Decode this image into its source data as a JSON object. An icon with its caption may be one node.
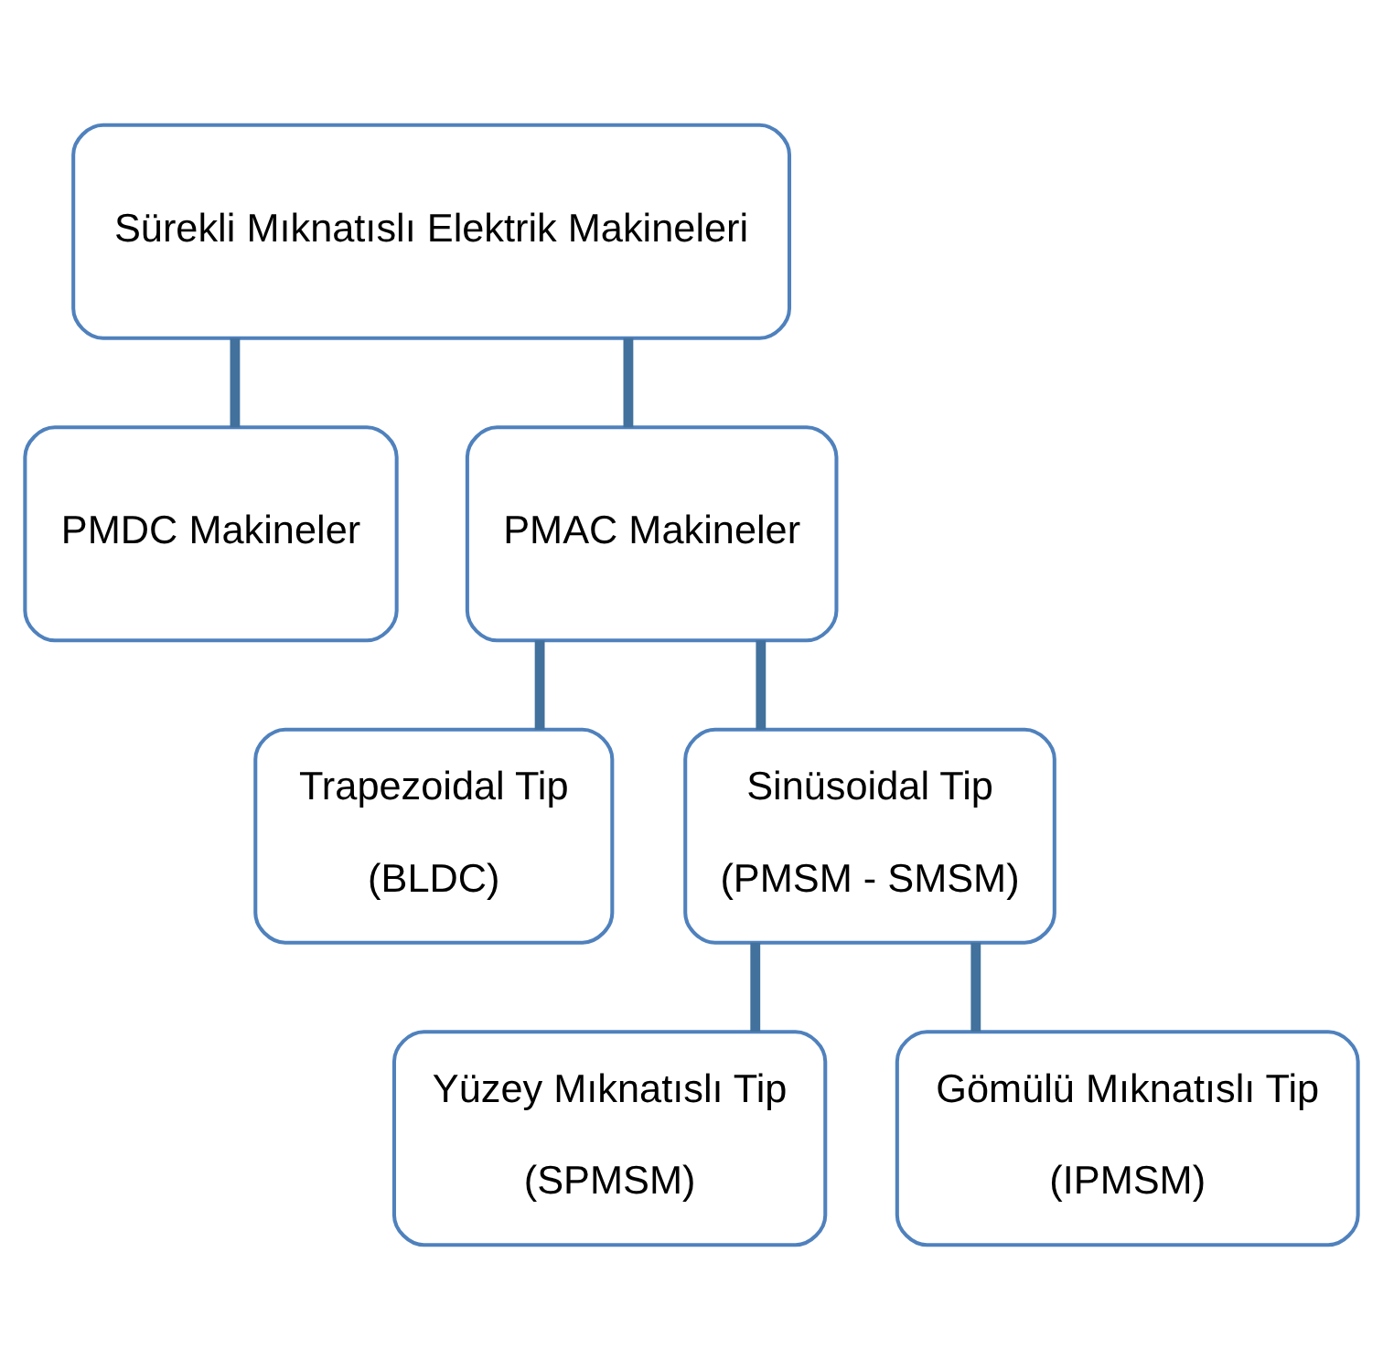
{
  "diagram": {
    "nodes": [
      {
        "text": [
          "Sürekli Mıknatıslı Elektrik Makineleri"
        ]
      },
      {
        "text": [
          "PMDC Makineler"
        ]
      },
      {
        "text": [
          "PMAC Makineler"
        ]
      },
      {
        "text": [
          "Trapezoidal Tip",
          "(BLDC)"
        ]
      },
      {
        "text": [
          "Sinüsoidal Tip",
          "(PMSM - SMSM)"
        ]
      },
      {
        "text": [
          "Yüzey Mıknatıslı Tip",
          "(SPMSM)"
        ]
      },
      {
        "text": [
          "Gömülü Mıknatıslı Tip",
          "(IPMSM)"
        ]
      }
    ],
    "edges": [
      {
        "from": 0,
        "to": 1,
        "arrow": "none"
      },
      {
        "from": 0,
        "to": 2,
        "arrow": "none"
      },
      {
        "from": 2,
        "to": 3,
        "arrow": "none"
      },
      {
        "from": 2,
        "to": 4,
        "arrow": "none"
      },
      {
        "from": 4,
        "to": 5,
        "arrow": "none"
      },
      {
        "from": 4,
        "to": 6,
        "arrow": "none"
      }
    ]
  }
}
